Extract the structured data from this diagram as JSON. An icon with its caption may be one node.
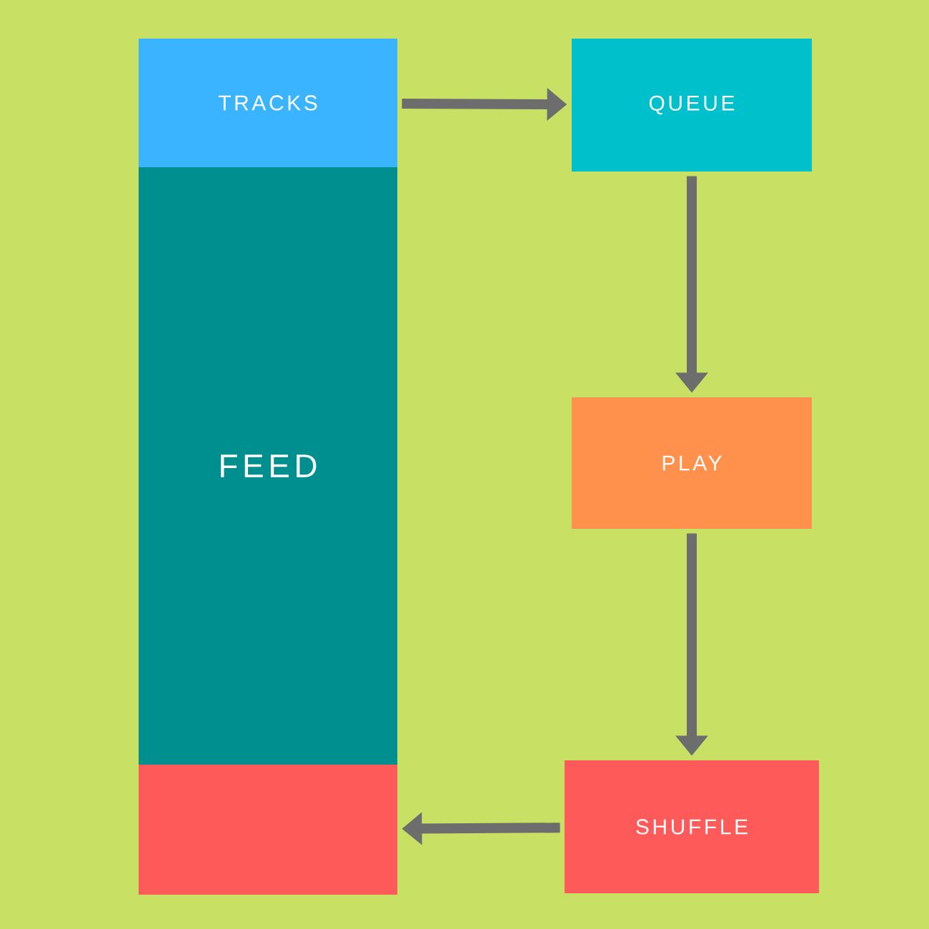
{
  "diagram": {
    "nodes": [
      {
        "text": [
          "TRACKS"
        ]
      },
      {
        "text": [
          "FEED"
        ]
      },
      {
        "text": [],
        "shape": "box"
      },
      {
        "text": [
          "QUEUE"
        ]
      },
      {
        "text": [
          "PLAY"
        ]
      },
      {
        "text": [
          "SHUFFLE"
        ]
      }
    ],
    "edges": [
      {
        "from": 0,
        "to": 3,
        "arrow": "to"
      },
      {
        "from": 3,
        "to": 4,
        "arrow": "to"
      },
      {
        "from": 4,
        "to": 5,
        "arrow": "to"
      },
      {
        "from": 5,
        "to": 2,
        "arrow": "to"
      }
    ]
  }
}
